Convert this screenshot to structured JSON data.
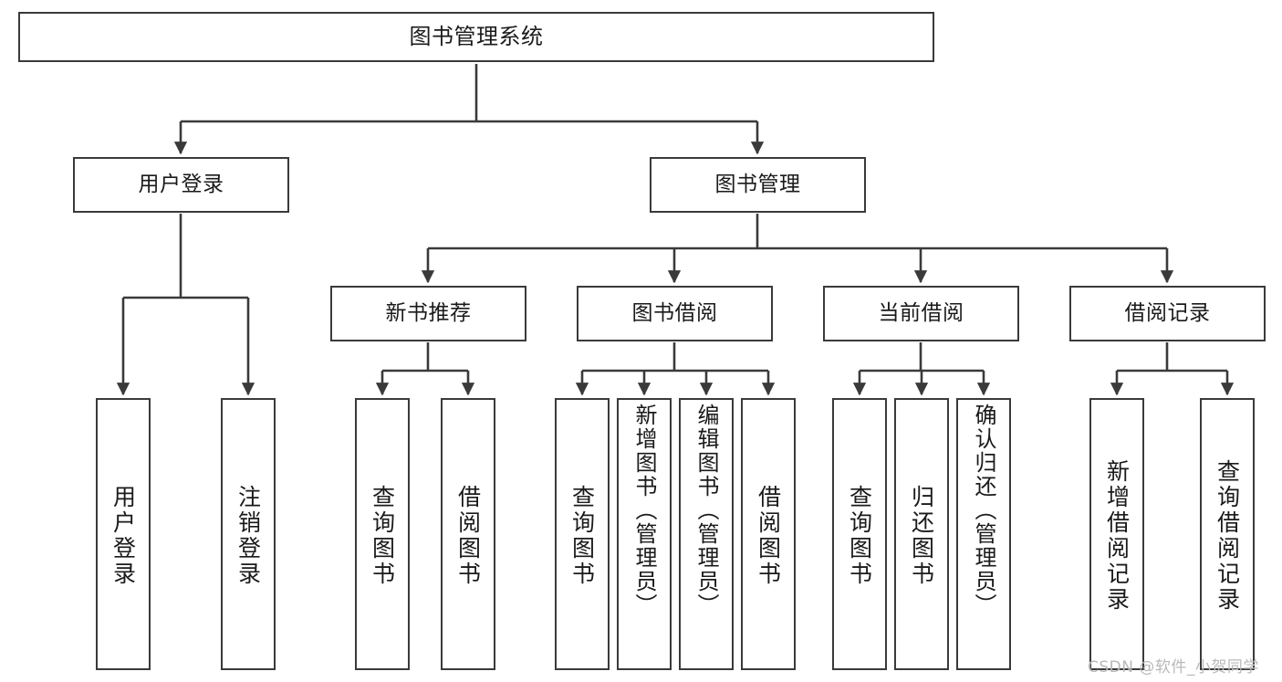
{
  "diagram": {
    "type": "hierarchy-tree",
    "title": "图书管理系统",
    "colors": {
      "box_border": "#3a3a3a",
      "box_fill": "#ffffff",
      "edge": "#3a3a3a",
      "text": "#1a1a1a",
      "watermark": "#b9b9b9",
      "background": "#ffffff"
    },
    "watermark": "CSDN @软件_小贺同学",
    "nodes": {
      "root": {
        "label": "图书管理系统",
        "level": 1
      },
      "user_login": {
        "label": "用户登录",
        "level": 2
      },
      "book_manage": {
        "label": "图书管理",
        "level": 2
      },
      "new_book_rec": {
        "label": "新书推荐",
        "level": 3
      },
      "book_borrow": {
        "label": "图书借阅",
        "level": 3
      },
      "current_borrow": {
        "label": "当前借阅",
        "level": 3
      },
      "borrow_record": {
        "label": "借阅记录",
        "level": 3
      },
      "leaf_user_login": {
        "label": "用户登录",
        "level": 3
      },
      "leaf_logout": {
        "label": "注销登录",
        "level": 3
      },
      "leaf_query_book_1": {
        "label": "查询图书",
        "level": 4
      },
      "leaf_borrow_book_1": {
        "label": "借阅图书",
        "level": 4
      },
      "leaf_query_book_2": {
        "label": "查询图书",
        "level": 4
      },
      "leaf_add_book": {
        "label": "新增图书（管理员）",
        "level": 4
      },
      "leaf_edit_book": {
        "label": "编辑图书（管理员）",
        "level": 4
      },
      "leaf_borrow_book_2": {
        "label": "借阅图书",
        "level": 4
      },
      "leaf_query_book_3": {
        "label": "查询图书",
        "level": 4
      },
      "leaf_return_book": {
        "label": "归还图书",
        "level": 4
      },
      "leaf_confirm_return": {
        "label": "确认归还（管理员）",
        "level": 4
      },
      "leaf_add_record": {
        "label": "新增借阅记录",
        "level": 4
      },
      "leaf_query_record": {
        "label": "查询借阅记录",
        "level": 4
      }
    },
    "edges": [
      {
        "from": "root",
        "to": "user_login"
      },
      {
        "from": "root",
        "to": "book_manage"
      },
      {
        "from": "user_login",
        "to": "leaf_user_login"
      },
      {
        "from": "user_login",
        "to": "leaf_logout"
      },
      {
        "from": "book_manage",
        "to": "new_book_rec"
      },
      {
        "from": "book_manage",
        "to": "book_borrow"
      },
      {
        "from": "book_manage",
        "to": "current_borrow"
      },
      {
        "from": "book_manage",
        "to": "borrow_record"
      },
      {
        "from": "new_book_rec",
        "to": "leaf_query_book_1"
      },
      {
        "from": "new_book_rec",
        "to": "leaf_borrow_book_1"
      },
      {
        "from": "book_borrow",
        "to": "leaf_query_book_2"
      },
      {
        "from": "book_borrow",
        "to": "leaf_add_book"
      },
      {
        "from": "book_borrow",
        "to": "leaf_edit_book"
      },
      {
        "from": "book_borrow",
        "to": "leaf_borrow_book_2"
      },
      {
        "from": "current_borrow",
        "to": "leaf_query_book_3"
      },
      {
        "from": "current_borrow",
        "to": "leaf_return_book"
      },
      {
        "from": "current_borrow",
        "to": "leaf_confirm_return"
      },
      {
        "from": "borrow_record",
        "to": "leaf_add_record"
      },
      {
        "from": "borrow_record",
        "to": "leaf_query_record"
      }
    ]
  }
}
